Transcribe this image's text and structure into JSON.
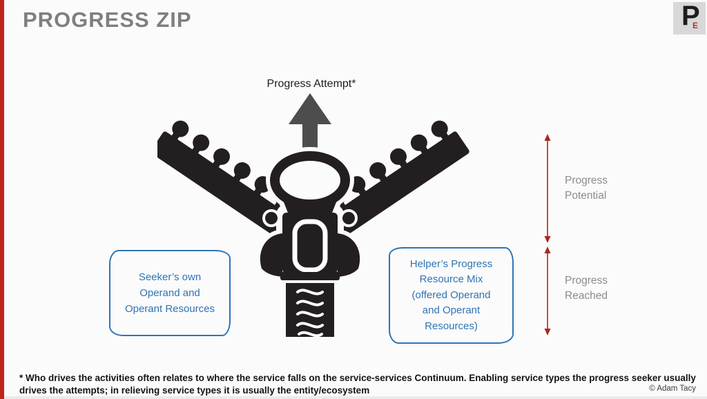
{
  "slide": {
    "title": "PROGRESS ZIP",
    "footnote": "* Who drives the activities often relates to where the service falls on the service-services Continuum. Enabling service types the progress seeker usually drives the attempts; in relieving service types it is usually the entity/ecosystem",
    "copyright": "© Adam Tacy"
  },
  "logo": {
    "main": "P",
    "sub": "E"
  },
  "diagram": {
    "arrow_label": "Progress Attempt*",
    "seeker_box": {
      "lines": [
        "Seeker’s own",
        "Operand and",
        "Operant Resources"
      ]
    },
    "helper_box": {
      "lines": [
        "Helper’s Progress",
        "Resource Mix",
        "(offered Operand",
        "and Operant",
        "Resources)"
      ]
    },
    "measures": {
      "top": "Progress Potential",
      "bottom": "Progress Reached"
    }
  },
  "colors": {
    "sidebar_red": "#c0251c",
    "measure_red": "#a6291f",
    "title_gray": "#7f7f82",
    "annotation_blue": "#2e74b5",
    "zipper_black": "#231f20",
    "attempt_arrow_gray": "#4d4d4d",
    "measure_label_gray": "#8b8b8b",
    "logo_bg": "#d9d8d8"
  }
}
